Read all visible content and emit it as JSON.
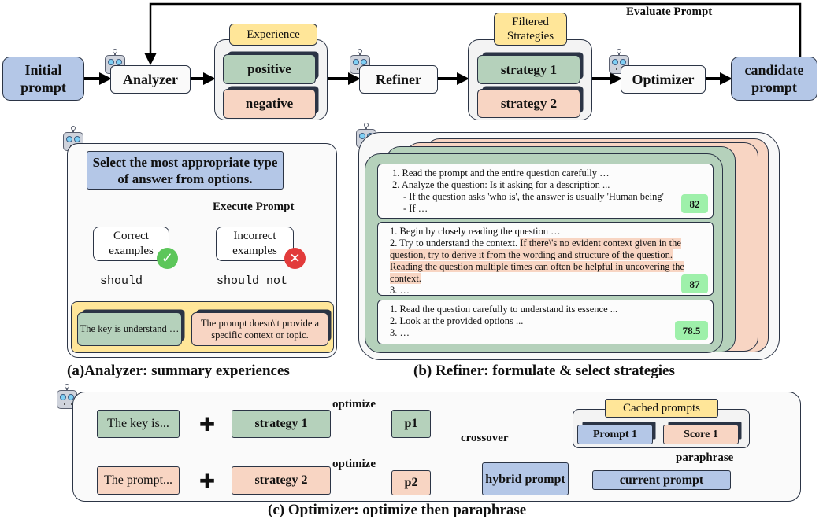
{
  "top": {
    "initial_prompt": "Initial prompt",
    "analyzer": "Analyzer",
    "experience": "Experience",
    "positive": "positive",
    "negative": "negative",
    "refiner": "Refiner",
    "filtered_strategies": "Filtered Strategies",
    "strategy1": "strategy 1",
    "strategy2": "strategy 2",
    "optimizer": "Optimizer",
    "candidate_prompt": "candidate prompt",
    "evaluate_prompt": "Evaluate Prompt"
  },
  "analyzer_panel": {
    "instruction": "Select the most appropriate type of answer from options.",
    "execute_prompt": "Execute Prompt",
    "correct": "Correct examples",
    "incorrect": "Incorrect examples",
    "should": "should",
    "should_not": "should not",
    "exp_positive": "The key is understand …",
    "exp_negative": "The prompt doesn\\'t provide a specific context or topic.",
    "caption": "(a)Analyzer: summary experiences"
  },
  "refiner_panel": {
    "s1": {
      "l1": "1. Read the prompt and the entire question carefully …",
      "l2": "2. Analyze the question: Is it asking for a description ...",
      "l3": "- If the question asks 'who is', the answer is usually 'Human being'",
      "l4": "- If …",
      "score": "82"
    },
    "s2": {
      "l1": "1. Begin by closely reading the question …",
      "l2a": "2. Try to understand the context. ",
      "l2b": "If there\\'s no evident context given in the question, try to derive it from the wording and structure of the question. Reading the question multiple times can often be helpful in uncovering the context.",
      "l3": "3. …",
      "score": "87"
    },
    "s3": {
      "l1": "1. Read the question carefully to understand its essence ...",
      "l2": "2. Look at the provided options ...",
      "l3": "3. …",
      "score": "78.5"
    },
    "caption": "(b) Refiner: formulate & select strategies"
  },
  "optimizer_panel": {
    "key": "The key is...",
    "prompt": "The prompt...",
    "strategy1": "strategy 1",
    "strategy2": "strategy 2",
    "plus": "✚",
    "optimize": "optimize",
    "p1": "p1",
    "p2": "p2",
    "crossover": "crossover",
    "hybrid": "hybrid prompt",
    "current": "current prompt",
    "cached": "Cached prompts",
    "prompt1": "Prompt 1",
    "score1": "Score 1",
    "paraphrase": "paraphrase",
    "caption": "(c) Optimizer:  optimize then paraphrase"
  },
  "colors": {
    "blue": "#b4c7e7",
    "green": "#b5d1bb",
    "peach": "#f8d5c3",
    "yellow": "#ffe699",
    "score": "#9ef0aa"
  }
}
